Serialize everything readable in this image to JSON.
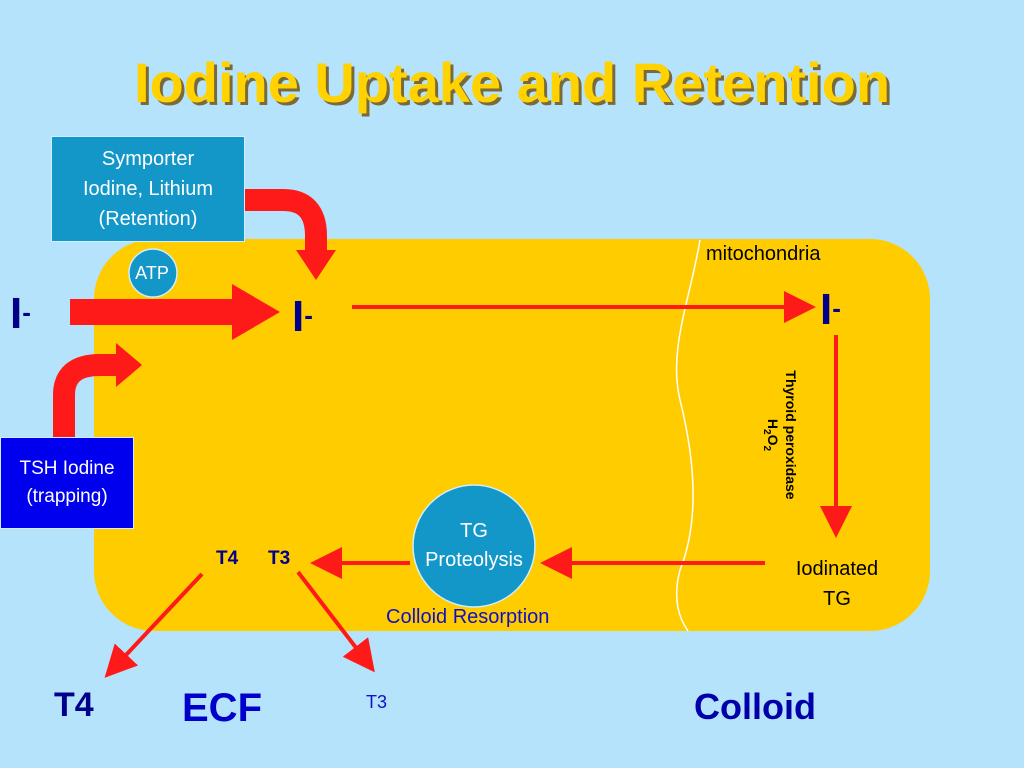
{
  "title": "Iodine Uptake and Retention",
  "symporter": {
    "line1": "Symporter",
    "line2": "Iodine, Lithium",
    "line3": "(Retention)"
  },
  "tsh": {
    "line1": "TSH Iodine",
    "line2": "(trapping)"
  },
  "atp": "ATP",
  "iodide": {
    "symbol": "I",
    "charge": "-"
  },
  "mitochondria": "mitochondria",
  "thyroid_peroxidase": "Thyroid peroxidase",
  "h2o2": {
    "h": "H",
    "sub2": "2",
    "o": "O",
    "sub2b": "2"
  },
  "iodinated_tg": {
    "line1": "Iodinated",
    "line2": "TG"
  },
  "tg_proteolysis": {
    "line1": "TG",
    "line2": "Proteolysis"
  },
  "colloid_resorption": "Colloid Resorption",
  "t4_inner": "T4",
  "t3_inner": "T3",
  "t4_outer": "T4",
  "t3_outer": "T3",
  "ecf": "ECF",
  "colloid": "Colloid",
  "colors": {
    "background": "#b5e3fb",
    "cell": "#ffcc00",
    "arrow": "#ff1a1a",
    "title": "#ffd200",
    "navy": "#00008b"
  }
}
